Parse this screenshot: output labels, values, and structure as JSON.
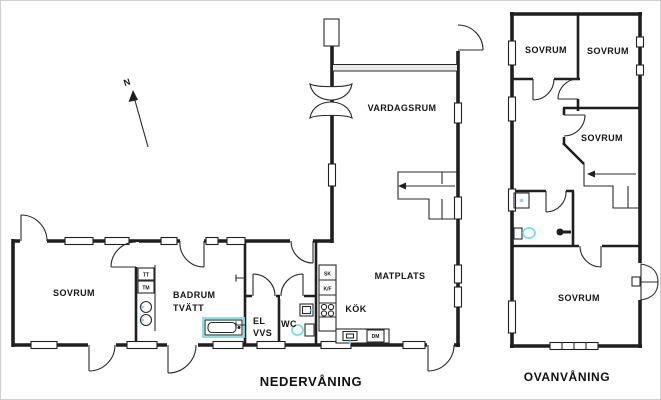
{
  "colors": {
    "wall": "#1f1f1f",
    "fixture_highlight": "#7adfe8"
  },
  "compass": {
    "north_label": "N"
  },
  "lower_floor": {
    "title": "NEDERVÅNING",
    "room_labels": {
      "sovrum": "SOVRUM",
      "badrum_line1": "BADRUM",
      "badrum_line2": "TVÄTT",
      "el_line1": "EL",
      "el_line2": "VVS",
      "wc": "WC",
      "kok": "KÖK",
      "matplats": "MATPLATS",
      "vardagsrum": "VARDAGSRUM"
    },
    "appliance_labels": {
      "tt": "TT",
      "tm": "TM",
      "sk": "SK",
      "kf": "K/F",
      "dm": "DM"
    }
  },
  "upper_floor": {
    "title": "OVANVÅNING",
    "room_labels": {
      "sovrum_nw": "SOVRUM",
      "sovrum_ne": "SOVRUM",
      "sovrum_east": "SOVRUM",
      "sovrum_south": "SOVRUM"
    }
  }
}
